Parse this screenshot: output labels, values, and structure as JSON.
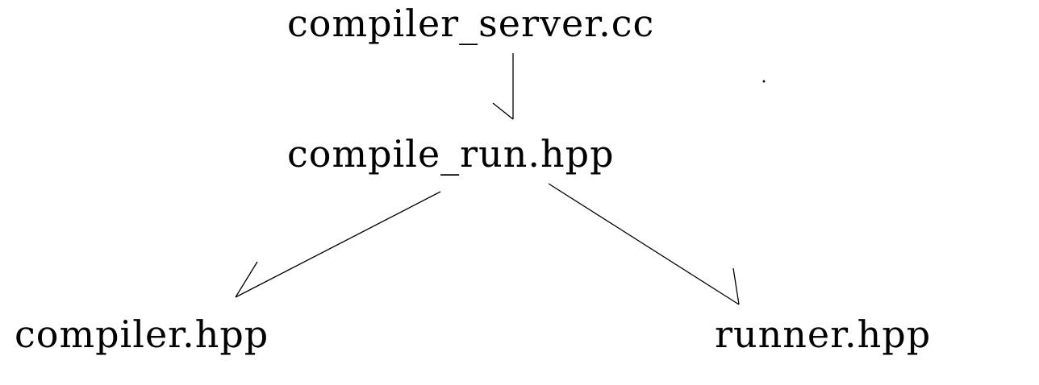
{
  "diagram": {
    "nodes": [
      {
        "id": "compiler_server",
        "label": "compiler_server.cc"
      },
      {
        "id": "compile_run",
        "label": "compile_run.hpp"
      },
      {
        "id": "compiler",
        "label": "compiler.hpp"
      },
      {
        "id": "runner",
        "label": "runner.hpp"
      }
    ],
    "edges": [
      {
        "from": "compiler_server",
        "to": "compile_run"
      },
      {
        "from": "compile_run",
        "to": "compiler"
      },
      {
        "from": "compile_run",
        "to": "runner"
      }
    ],
    "colors": {
      "text": "#000000",
      "line": "#000000",
      "background": "#ffffff"
    }
  }
}
